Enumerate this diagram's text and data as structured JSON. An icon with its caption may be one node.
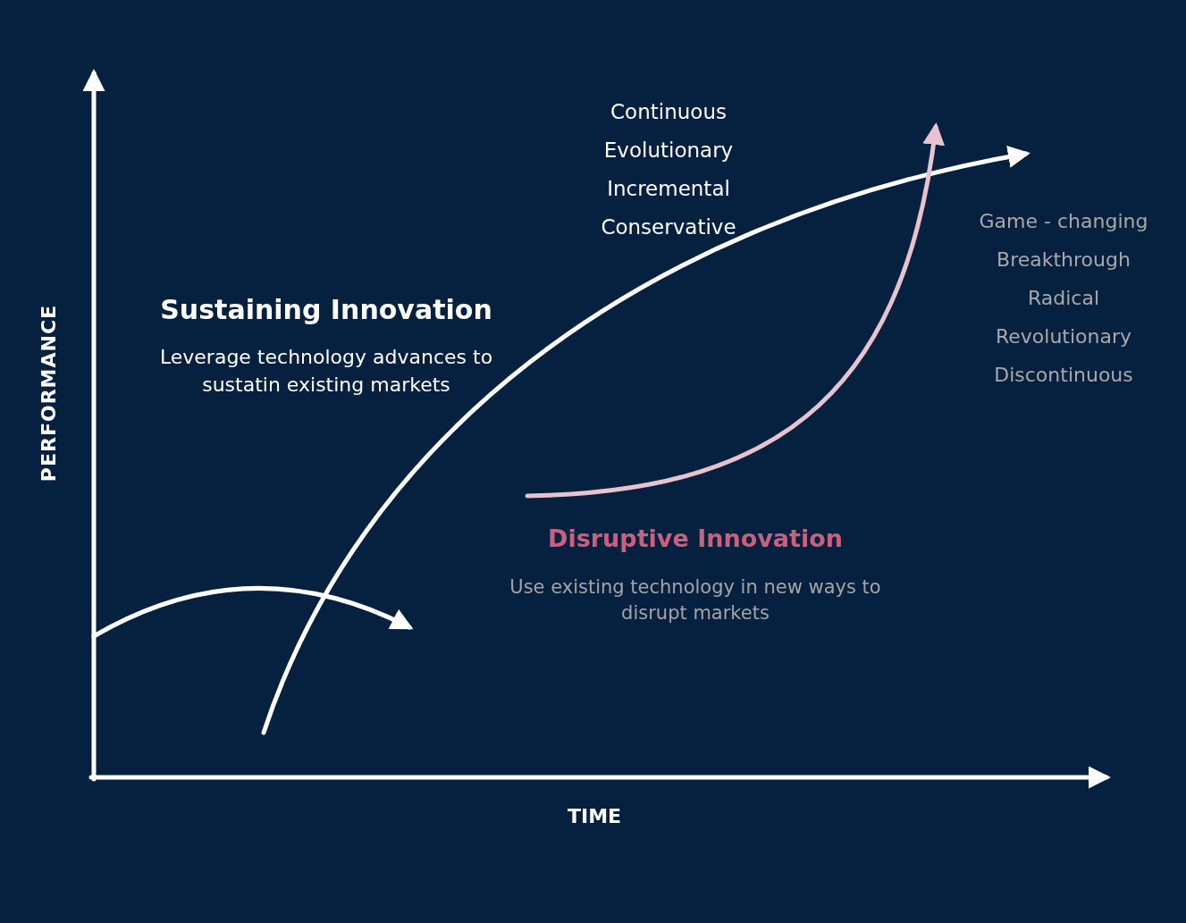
{
  "diagram": {
    "labels": [
      "PERFORMANCE",
      "TIME",
      "Sustaining Innovation",
      "Leverage technology advances to sustatin existing markets",
      "Continuous",
      "Evolutionary",
      "Incremental",
      "Conservative",
      "Disruptive Innovation",
      "Use existing technology in new ways to disrupt markets",
      "Game - changing",
      "Breakthrough",
      "Radical",
      "Revolutionary",
      "Discontinuous"
    ]
  }
}
